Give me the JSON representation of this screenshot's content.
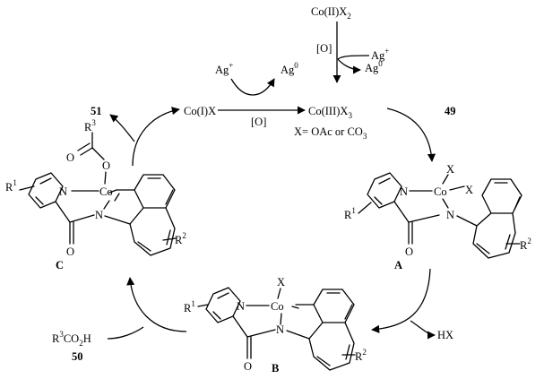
{
  "reagents": {
    "co2_prefix": "Co(II)X",
    "co2_sub": "2",
    "ag_plus_top": "Ag",
    "plus": "+",
    "ox_top": "[O]",
    "ag_zero_top": "Ag",
    "zero": "0",
    "ag_plus_mid": "Ag",
    "ag_zero_mid": "Ag",
    "co1": "Co(I)X",
    "ox_mid": "[O]",
    "co3_prefix": "Co(III)X",
    "co3_sub": "3",
    "x_def": "X= OAc or CO",
    "x_def_sub": "3",
    "hx": "HX",
    "acid_pre": "R",
    "acid_sup": "3",
    "acid_post": "CO",
    "acid_sub": "2",
    "acid_end": "H"
  },
  "compounds": {
    "c49": "49",
    "c50": "50",
    "c51": "51"
  },
  "intermediates": {
    "A": {
      "label": "A",
      "co": "Co",
      "n_py": "N",
      "n_am": "N",
      "o": "O",
      "x1": "X",
      "x2": "X",
      "r1": "R",
      "r1_sup": "1",
      "r2": "R",
      "r2_sup": "2"
    },
    "B": {
      "label": "B",
      "co": "Co",
      "n_py": "N",
      "n_am": "N",
      "o": "O",
      "x1": "X",
      "r1": "R",
      "r1_sup": "1",
      "r2": "R",
      "r2_sup": "2"
    },
    "C": {
      "label": "C",
      "co": "Co",
      "n_py": "N",
      "n_am": "N",
      "o": "O",
      "o_co": "O",
      "o_carbonyl": "O",
      "r3": "R",
      "r3_sup": "3",
      "r1": "R",
      "r1_sup": "1",
      "r2": "R",
      "r2_sup": "2"
    }
  }
}
